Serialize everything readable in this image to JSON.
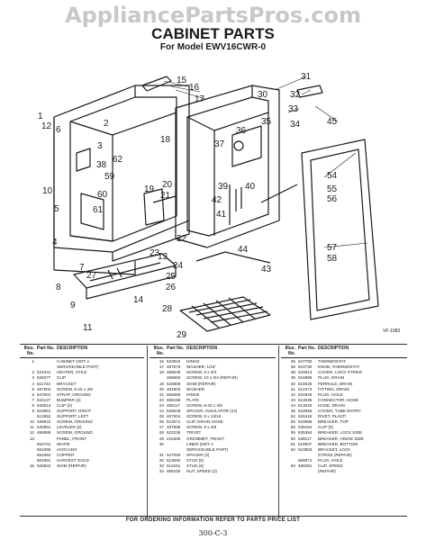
{
  "watermark": "AppliancePartsPros.com",
  "header": {
    "title": "CABINET PARTS",
    "subtitle": "For Model EWV16CWR-0"
  },
  "ref_code": "VF-1083",
  "callouts": [
    "1",
    "2",
    "3",
    "4",
    "5",
    "6",
    "7",
    "8",
    "9",
    "10",
    "11",
    "12",
    "13",
    "14",
    "15",
    "16",
    "17",
    "18",
    "19",
    "20",
    "21",
    "22",
    "23",
    "24",
    "25",
    "26",
    "27",
    "28",
    "29",
    "30",
    "31",
    "32",
    "33",
    "34",
    "35",
    "36",
    "37",
    "38",
    "39",
    "40",
    "41",
    "42",
    "43",
    "44",
    "45",
    "54",
    "55",
    "56",
    "57",
    "58",
    "59",
    "60",
    "61",
    "62"
  ],
  "table": {
    "headers": [
      "Illus. No.",
      "Part No.",
      "DESCRIPTION"
    ],
    "col1": [
      [
        "1",
        "",
        "CABINET (NOT A"
      ],
      [
        "",
        "",
        "SERVICEABLE PART)"
      ],
      [
        "2",
        "531041",
        "HEATER, STILE"
      ],
      [
        "3",
        "835077",
        "CLIP"
      ],
      [
        "4",
        "511723",
        "BRACKET"
      ],
      [
        "5",
        "487504",
        "SCREW, 8-15 x 3/8"
      ],
      [
        "6",
        "547601",
        "STRAP, GROUND"
      ],
      [
        "7",
        "534127",
        "BUMPER (2)"
      ],
      [
        "8",
        "530613",
        "CLIP (2)"
      ],
      [
        "9",
        "519951",
        "SUPPORT, RIGHT"
      ],
      [
        "",
        "512952",
        "SUPPORT, LEFT"
      ],
      [
        "10",
        "488642",
        "SCREW, GROUND"
      ],
      [
        "11",
        "530851",
        "LEVELER (2)"
      ],
      [
        "12",
        "488586",
        "SCREW, GROUND"
      ],
      [
        "13",
        "",
        "PANEL, FRONT"
      ],
      [
        "",
        "654731",
        "WHITE"
      ],
      [
        "",
        "654390",
        "AVOCADO"
      ],
      [
        "",
        "654352",
        "COPPER"
      ],
      [
        "",
        "654991",
        "HARVEST GOLD"
      ],
      [
        "15",
        "526822",
        "SHIM (REPAIR)"
      ]
    ],
    "col2": [
      [
        "16",
        "520816",
        "HINGE"
      ],
      [
        "17",
        "487576",
        "WASHER, 1/16\""
      ],
      [
        "18",
        "488549",
        "SCREW, 8 x 3/4"
      ],
      [
        "",
        "488550",
        "SCREW, 10 x 3/4 (REPAIR)"
      ],
      [
        "19",
        "526808",
        "SHIM (REPAIR)"
      ],
      [
        "20",
        "481803",
        "WASHER"
      ],
      [
        "21",
        "655693",
        "HINGE"
      ],
      [
        "22",
        "658195",
        "PLATE"
      ],
      [
        "23",
        "486117",
        "SCREW, 8-32 x 3/8"
      ],
      [
        "24",
        "529649",
        "SPACER, INSULATOR (12)"
      ],
      [
        "25",
        "487534",
        "SCREW, 8 x 13/16"
      ],
      [
        "26",
        "513071",
        "CLIP, DRAIN HOSE"
      ],
      [
        "27",
        "487588",
        "SCREW, 8 x 3/8"
      ],
      [
        "28",
        "522238",
        "TRIVET"
      ],
      [
        "29",
        "216406",
        "GROMMET, TRIVET"
      ],
      [
        "30",
        "",
        "LINER (NOT A"
      ],
      [
        "",
        "",
        "SERVICEABLE PART)"
      ],
      [
        "31",
        "527093",
        "SPACER (3)"
      ],
      [
        "32",
        "513092",
        "STUD (6)"
      ],
      [
        "33",
        "512151",
        "STUD (6)"
      ],
      [
        "34",
        "486192",
        "NUT, SPEED (2)"
      ]
    ],
    "col3": [
      [
        "35",
        "547780",
        "THERMOSTAT"
      ],
      [
        "36",
        "810730",
        "KNOB, THERMOSTAT"
      ],
      [
        "38",
        "520913",
        "COVER, LOCK STRIKE"
      ],
      [
        "39",
        "515899",
        "PLUG, DRAIN"
      ],
      [
        "40",
        "518025",
        "FERRULE, DRAIN"
      ],
      [
        "41",
        "512373",
        "FITTING, DRAIN"
      ],
      [
        "42",
        "532926",
        "PLUG, HOLE"
      ],
      [
        "43",
        "513035",
        "CONNECTOR, HOSE"
      ],
      [
        "44",
        "513040",
        "HOSE, DRAIN"
      ],
      [
        "45",
        "519056",
        "COVER, TUBE ENTRY"
      ],
      [
        "54",
        "526419",
        "RIVET, PLASTI"
      ],
      [
        "55",
        "533986",
        "BREAKER, TOP"
      ],
      [
        "56",
        "536164",
        "CLIP (5)"
      ],
      [
        "59",
        "835394",
        "BREAKER, LOCK SIDE"
      ],
      [
        "60",
        "538117",
        "BREAKER, HINGE SIDE"
      ],
      [
        "61",
        "518907",
        "BREAKER, BOTTOM"
      ],
      [
        "62",
        "623803",
        "BRACKET, LOCK"
      ],
      [
        "",
        "",
        "STRIKE (REPAIR)"
      ],
      [
        "",
        "658974",
        "PLUG, HOLE"
      ],
      [
        "63",
        "488291",
        "CLIP, SPEED"
      ],
      [
        "",
        "",
        "(REPAIR)"
      ]
    ]
  },
  "footer": {
    "text": "FOR ORDERING INFORMATION REFER TO PARTS PRICE LIST",
    "page_code": "300-C-3"
  }
}
